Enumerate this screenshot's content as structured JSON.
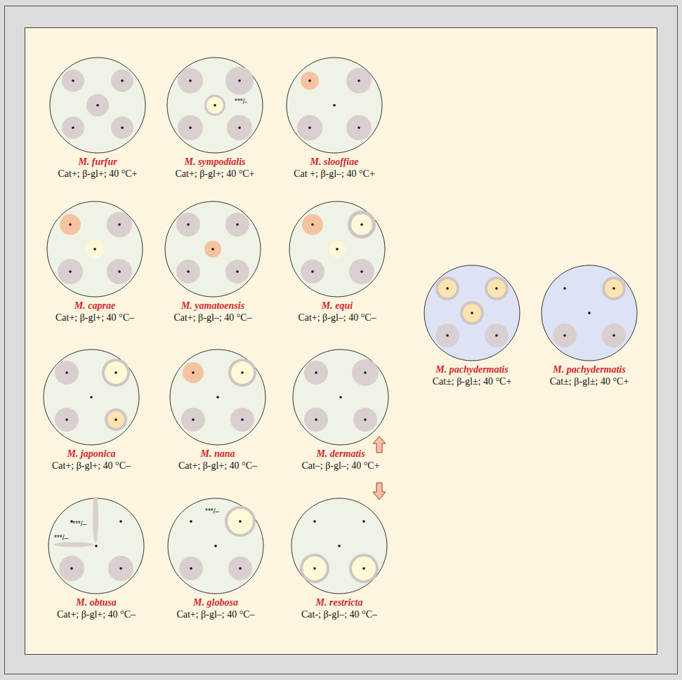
{
  "diagram": {
    "nodes": [
      {
        "text": [
          "M. furfur",
          "Cat+; β-gl+; 40 °C+"
        ]
      },
      {
        "text": [
          "M. sympodialis",
          "Cat+; β-gl+; 40 °C+"
        ]
      },
      {
        "text": [
          "M. slooffiae",
          "Cat +; β-gl–; 40 °C+"
        ]
      },
      {
        "text": [
          "M. caprae",
          "Cat+; β-gl+; 40 °C–"
        ]
      },
      {
        "text": [
          "M. yamatoensis",
          "Cat+; β-gl–; 40 °C–"
        ]
      },
      {
        "text": [
          "M. equi",
          "Cat+; β-gl–; 40 °C–"
        ]
      },
      {
        "text": [
          "M. pachydermatis",
          "Cat±; β-gl±; 40 °C+"
        ]
      },
      {
        "text": [
          "M. pachydermatis",
          "Cat±; β-gl±; 40 °C+"
        ]
      },
      {
        "text": [
          "M. japonica",
          "Cat+; β-gl+; 40 °C–"
        ]
      },
      {
        "text": [
          "M. nana",
          "Cat+; β-gl+; 40 °C–"
        ]
      },
      {
        "text": [
          "M. dermatis",
          "Cat–; β-gl–; 40 °C+"
        ]
      },
      {
        "text": [
          "M. obtusa",
          "Cat+; β-gl+; 40 °C–"
        ]
      },
      {
        "text": [
          "M. globosa",
          "Cat+; β-gl–; 40 °C–"
        ]
      },
      {
        "text": [
          "M. restricta",
          "Cat-; β-gl–; 40 °C–"
        ]
      }
    ],
    "labels": [
      "***/-",
      "***/–",
      "***/–",
      "***/–"
    ]
  }
}
